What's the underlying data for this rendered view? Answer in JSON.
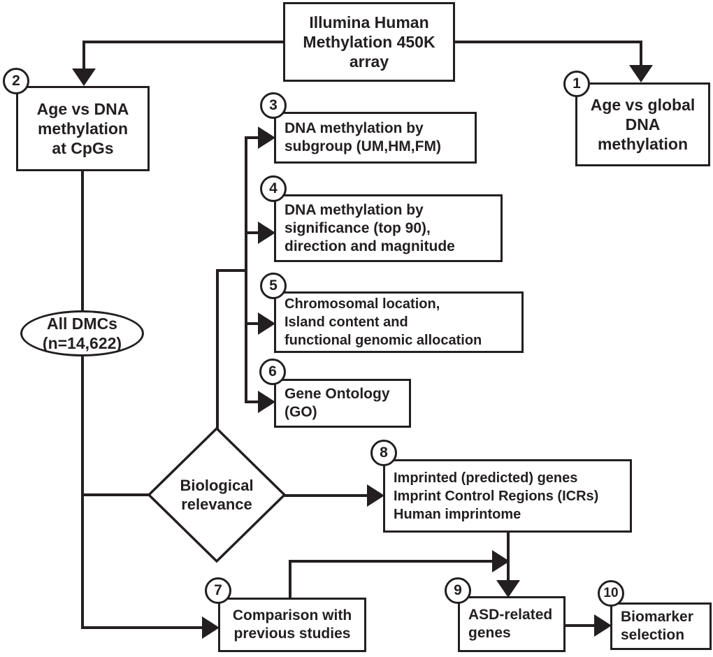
{
  "colors": {
    "ink": "#231f20",
    "background": "#ffffff"
  },
  "nodes": {
    "top": {
      "lines": [
        "Illumina Human",
        "Methylation 450K",
        "array"
      ]
    },
    "n1": {
      "num": "1",
      "lines": [
        "Age vs global",
        "DNA",
        "methylation"
      ]
    },
    "n2": {
      "num": "2",
      "lines": [
        "Age vs DNA",
        "methylation",
        "at CpGs"
      ]
    },
    "n3": {
      "num": "3",
      "lines": [
        "DNA methylation by",
        "subgroup (UM,HM,FM)"
      ]
    },
    "n4": {
      "num": "4",
      "lines": [
        "DNA methylation by",
        "significance (top 90),",
        "direction and magnitude"
      ]
    },
    "n5": {
      "num": "5",
      "lines": [
        "Chromosomal location,",
        "Island content and",
        "functional genomic allocation"
      ]
    },
    "n6": {
      "num": "6",
      "lines": [
        "Gene Ontology",
        "(GO)"
      ]
    },
    "dmcs": {
      "lines": [
        "All DMCs",
        "(n=14,622)"
      ]
    },
    "decision": {
      "lines": [
        "Biological",
        "relevance"
      ]
    },
    "n7": {
      "num": "7",
      "lines": [
        "Comparison with",
        "previous studies"
      ]
    },
    "n8": {
      "num": "8",
      "lines": [
        "Imprinted (predicted) genes",
        "Imprint Control Regions (ICRs)",
        "Human imprintome"
      ]
    },
    "n9": {
      "num": "9",
      "lines": [
        "ASD-related",
        "genes"
      ]
    },
    "n10": {
      "num": "10",
      "lines": [
        "Biomarker",
        "selection"
      ]
    }
  }
}
